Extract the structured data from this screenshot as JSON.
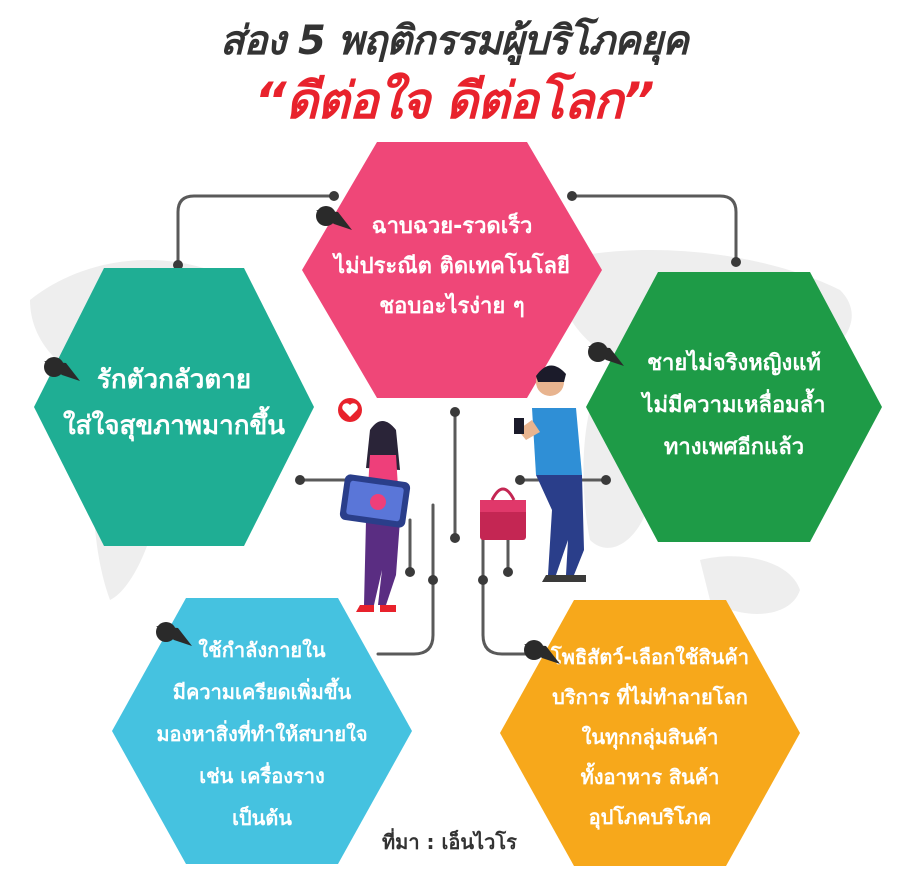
{
  "title": {
    "line1": "ส่อง 5 พฤติกรรมผู้บริโภคยุค",
    "line2": "“ดีต่อใจ ดีต่อโลก”"
  },
  "hexagons": [
    {
      "id": "top",
      "color": "#ef4778",
      "lines": [
        "ฉาบฉวย-รวดเร็ว",
        "ไม่ประณีต ติดเทคโนโลยี",
        "ชอบอะไรง่าย ๆ"
      ]
    },
    {
      "id": "left",
      "color": "#1fae94",
      "lines": [
        "รักตัวกลัวตาย",
        "ใส่ใจสุขภาพมากขึ้น"
      ]
    },
    {
      "id": "right",
      "color": "#1e9b47",
      "lines": [
        "ชายไม่จริงหญิงแท้",
        "ไม่มีความเหลื่อมล้ำ",
        "ทางเพศอีกแล้ว"
      ]
    },
    {
      "id": "bottom-left",
      "color": "#45c2e0",
      "lines": [
        "ใช้กำลังกายใน",
        "มีความเครียดเพิ่มขึ้น",
        "มองหาสิ่งที่ทำให้สบายใจ",
        "เช่น เครื่องราง",
        "เป็นต้น"
      ]
    },
    {
      "id": "bottom-right",
      "color": "#f7a81b",
      "lines": [
        "โพธิสัตว์-เลือกใช้สินค้า",
        "บริการ ที่ไม่ทำลายโลก",
        "ในทุกกลุ่มสินค้า",
        "ทั้งอาหาร สินค้า",
        "อุปโภคบริโภค"
      ]
    }
  ],
  "source": "ที่มา : เอ็นไวโร"
}
